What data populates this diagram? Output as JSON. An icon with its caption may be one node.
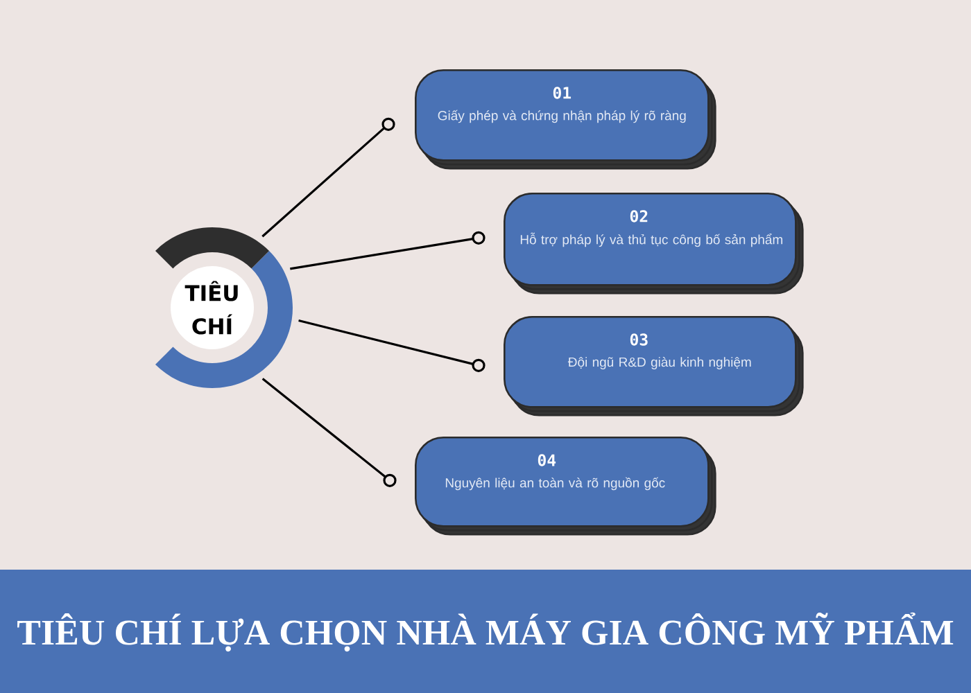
{
  "diagram": {
    "title": "TIÊU CHÍ LỰA CHỌN NHÀ MÁY GIA CÔNG MỸ PHẨM",
    "nodes": [
      {
        "text": [
          "TIÊU CHÍ"
        ]
      },
      {
        "text": [
          "01",
          "Giấy phép và chứng nhận pháp lý rõ ràng"
        ]
      },
      {
        "text": [
          "02",
          "Hỗ trợ pháp lý và thủ tục công bố sản phẩm"
        ]
      },
      {
        "text": [
          "03",
          "Đội ngũ R&D giàu kinh nghiệm"
        ]
      },
      {
        "text": [
          "04",
          "Nguyên liệu an toàn và rõ nguồn gốc"
        ]
      }
    ],
    "edges": [
      {
        "from": 0,
        "to": 1,
        "arrow": "other"
      },
      {
        "from": 0,
        "to": 2,
        "arrow": "other"
      },
      {
        "from": 0,
        "to": 3,
        "arrow": "other"
      },
      {
        "from": 0,
        "to": 4,
        "arrow": "other"
      }
    ]
  }
}
